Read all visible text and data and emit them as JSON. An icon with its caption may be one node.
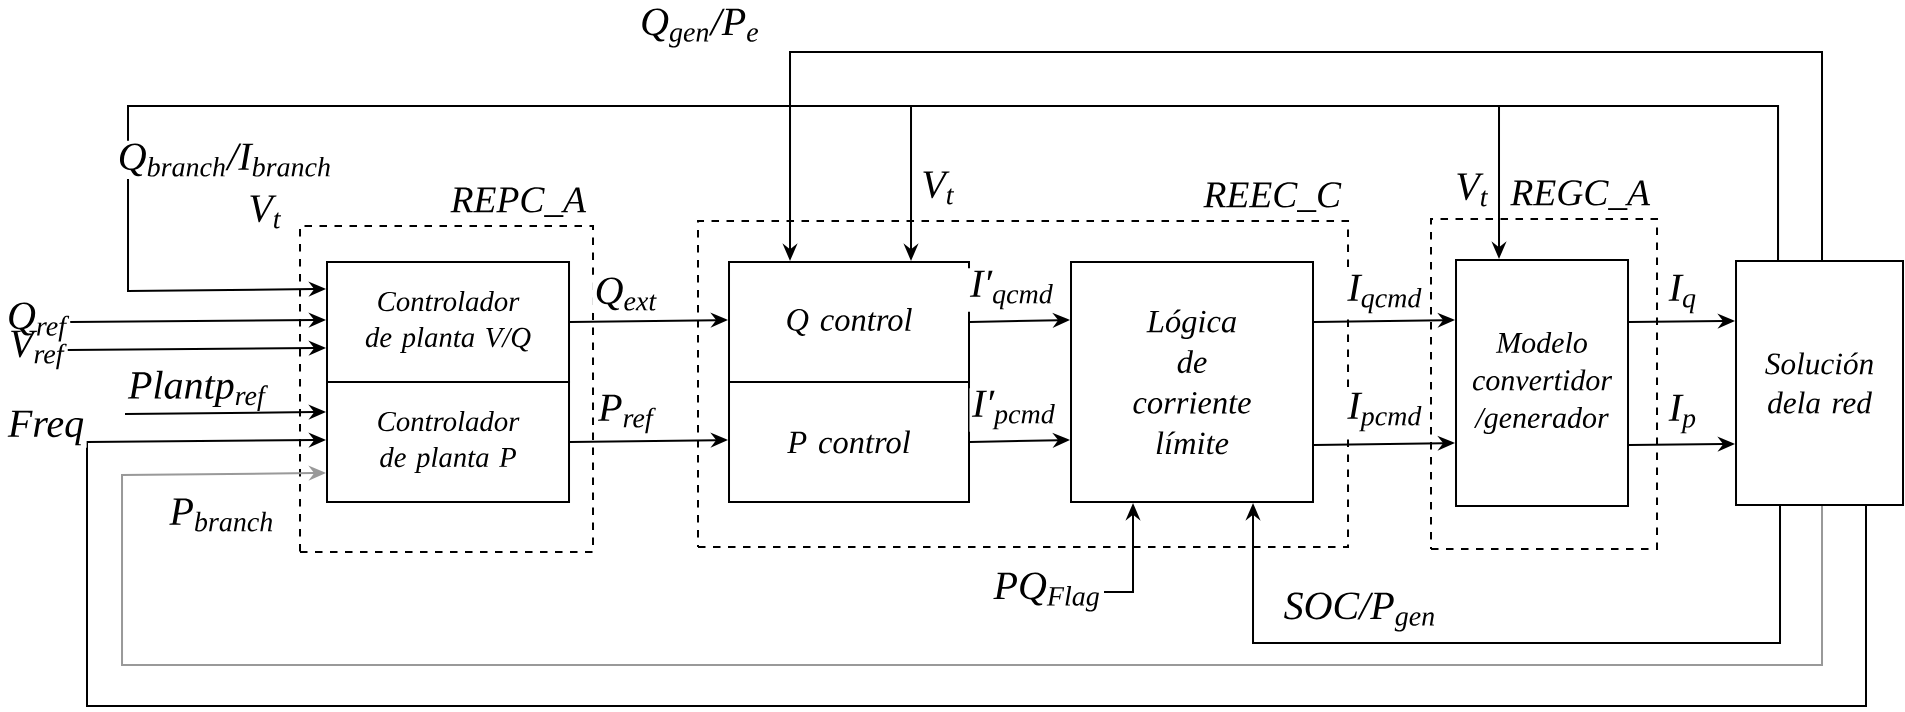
{
  "diagram": {
    "nodes": [
      {
        "text": [
          "REPC_A"
        ]
      },
      {
        "text": [
          "Controlador de planta V/Q"
        ],
        "in": 0
      },
      {
        "text": [
          "Controlador de planta P"
        ],
        "in": 0
      },
      {
        "text": [
          "REEC_C"
        ]
      },
      {
        "text": [
          "Q control"
        ],
        "in": 3
      },
      {
        "text": [
          "P control"
        ],
        "in": 3
      },
      {
        "text": [
          "Lógica de corriente límite"
        ],
        "in": 3
      },
      {
        "text": [
          "REGC_A"
        ]
      },
      {
        "text": [
          "Modelo convertidor /generador"
        ],
        "in": 7
      },
      {
        "text": [
          "Solución dela red"
        ]
      },
      {
        "text": [
          "Q$_{ref}$"
        ]
      },
      {
        "text": [
          "V$_{ref}$"
        ]
      },
      {
        "text": [
          "Plantp$_{ref}$"
        ]
      },
      {
        "text": [
          "PQ$_{Flag}$"
        ]
      }
    ],
    "edges": [
      {
        "from": 10,
        "to": 1,
        "arrow": "to"
      },
      {
        "from": 11,
        "to": 1,
        "arrow": "to"
      },
      {
        "from": 12,
        "to": 2,
        "arrow": "to"
      },
      {
        "from": 9,
        "to": 1,
        "arrow": "to",
        "label": "Q$_{branch}$/I$_{branch}$"
      },
      {
        "from": 9,
        "to": 2,
        "arrow": "to",
        "label": "Freq"
      },
      {
        "from": 9,
        "to": 2,
        "arrow": "to",
        "label": "P$_{branch}$",
        "color": "#999999"
      },
      {
        "from": 1,
        "to": 4,
        "arrow": "to",
        "label": "Q$_{ext}$"
      },
      {
        "from": 2,
        "to": 5,
        "arrow": "to",
        "label": "P$_{ref}$"
      },
      {
        "from": 4,
        "to": 6,
        "arrow": "to",
        "label": "I′$_{qcmd}$"
      },
      {
        "from": 5,
        "to": 6,
        "arrow": "to",
        "label": "I′$_{pcmd}$"
      },
      {
        "from": 6,
        "to": 8,
        "arrow": "to",
        "label": "I$_{qcmd}$"
      },
      {
        "from": 6,
        "to": 8,
        "arrow": "to",
        "label": "I$_{pcmd}$"
      },
      {
        "from": 8,
        "to": 9,
        "arrow": "to",
        "label": "I$_{q}$"
      },
      {
        "from": 8,
        "to": 9,
        "arrow": "to",
        "label": "I$_{p}$"
      },
      {
        "from": 9,
        "to": 4,
        "arrow": "to",
        "label": "Q$_{gen}$/P$_{e}$"
      },
      {
        "from": 9,
        "to": 4,
        "arrow": "to",
        "label": "V$_{t}$"
      },
      {
        "from": 9,
        "to": 8,
        "arrow": "to",
        "label": "V$_{t}$"
      },
      {
        "from": 13,
        "to": 6,
        "arrow": "to"
      },
      {
        "from": 9,
        "to": 6,
        "arrow": "to",
        "label": "SOC/P$_{gen}$"
      }
    ],
    "labels": [
      "V$_{t}$"
    ]
  }
}
